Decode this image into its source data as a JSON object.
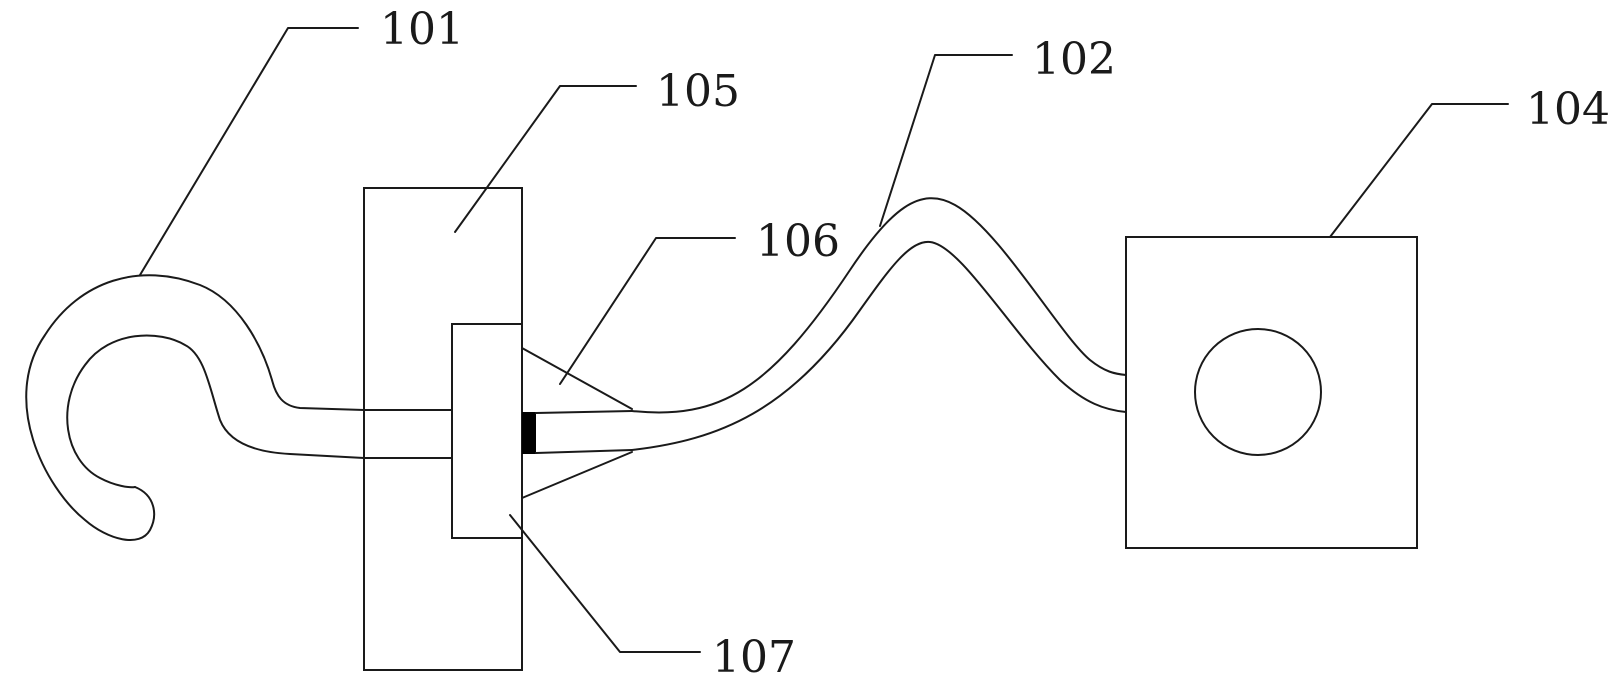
{
  "labels": {
    "l101": "101",
    "l102": "102",
    "l104": "104",
    "l105": "105",
    "l106": "106",
    "l107": "107"
  },
  "colors": {
    "line": "#1a1a1a",
    "background": "#ffffff",
    "plug_tip": "#000000"
  }
}
